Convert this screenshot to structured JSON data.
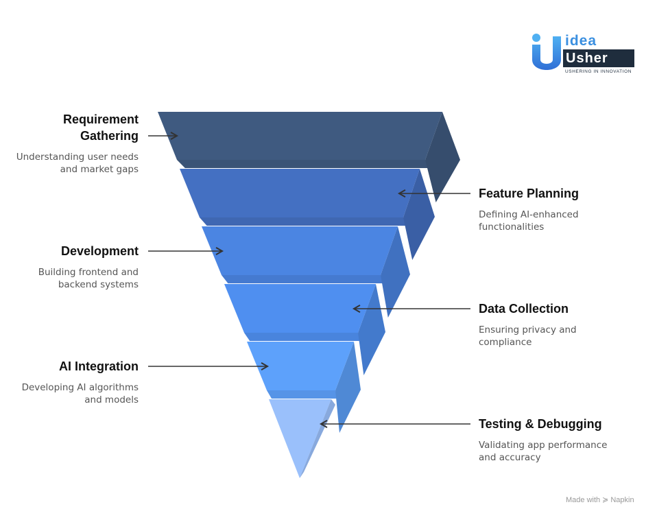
{
  "stages": [
    {
      "title": "Requirement Gathering",
      "title_lines": [
        "Requirement",
        "Gathering"
      ],
      "desc_lines": [
        "Understanding user needs",
        "and market gaps"
      ],
      "color": "#3f5a80"
    },
    {
      "title": "Feature Planning",
      "title_lines": [
        "Feature Planning"
      ],
      "desc_lines": [
        "Defining AI-enhanced",
        "functionalities"
      ],
      "color": "#4470c2"
    },
    {
      "title": "Development",
      "title_lines": [
        "Development"
      ],
      "desc_lines": [
        "Building frontend and",
        "backend systems"
      ],
      "color": "#4b85e2"
    },
    {
      "title": "Data Collection",
      "title_lines": [
        "Data Collection"
      ],
      "desc_lines": [
        "Ensuring privacy and",
        "compliance"
      ],
      "color": "#4f8ff0"
    },
    {
      "title": "AI Integration",
      "title_lines": [
        "AI Integration"
      ],
      "desc_lines": [
        "Developing AI algorithms",
        "and models"
      ],
      "color": "#5da1fb"
    },
    {
      "title": "Testing & Debugging",
      "title_lines": [
        "Testing & Debugging"
      ],
      "desc_lines": [
        "Validating app performance",
        "and accuracy"
      ],
      "color": "#9ac0fb"
    }
  ],
  "logo": {
    "line1": "idea",
    "line2": "Usher",
    "tagline": "USHERING IN INNOVATION",
    "icon": "idea-usher-u-icon"
  },
  "watermark": {
    "text_before": "Made with",
    "text_after": "Napkin",
    "icon": "napkin-icon"
  }
}
